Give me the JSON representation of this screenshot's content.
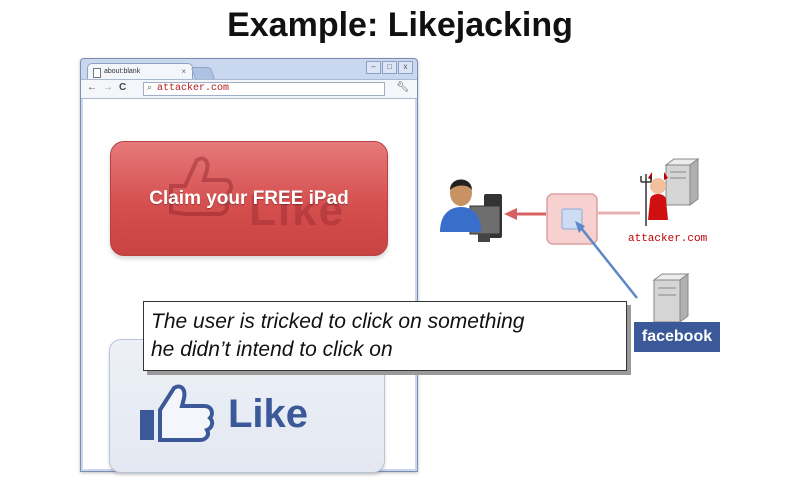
{
  "slide": {
    "title": "Example: Likejacking"
  },
  "browser": {
    "tab_title": "about:blank",
    "tab_close": "×",
    "window_buttons": [
      "–",
      "□",
      "x"
    ],
    "nav": {
      "back": "←",
      "forward": "→",
      "reload": "C"
    },
    "omnibox_icon": "search-icon",
    "url": "attacker.com",
    "menu_icon": "wrench-icon"
  },
  "page": {
    "claim_button": {
      "label": "Claim your FREE iPad",
      "ghost_text": "Like"
    },
    "like_button": {
      "label": "Like"
    }
  },
  "callout": {
    "line1": "The user is tricked to click on something",
    "line2": "he didn’t intend to click on"
  },
  "diagram": {
    "attacker_label": "attacker.com",
    "facebook_label": "facebook"
  },
  "colors": {
    "claim_red": "#d64f4f",
    "like_blue": "#3b5998",
    "attacker_text": "#c00000",
    "arrow_red": "#d86060",
    "arrow_blue": "#5c88c8"
  }
}
